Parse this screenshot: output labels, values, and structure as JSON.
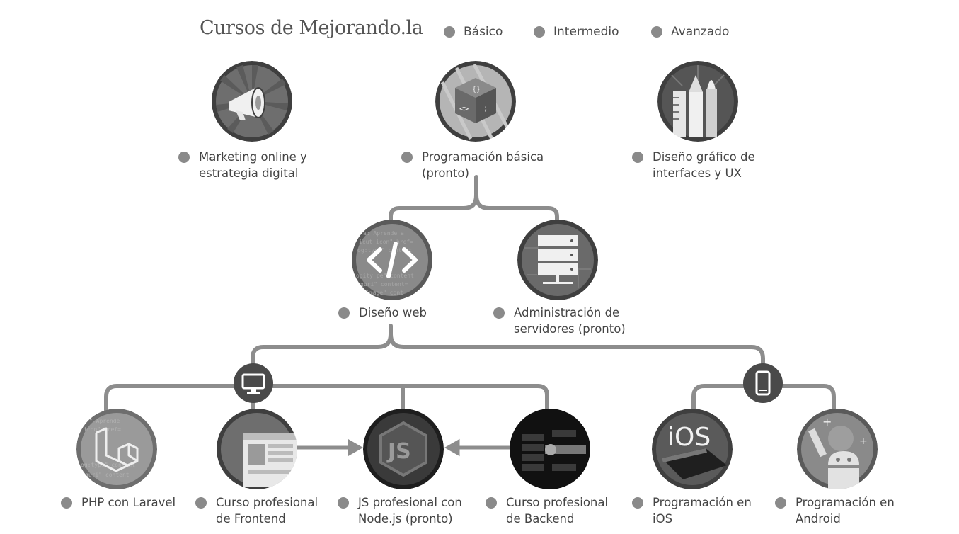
{
  "title": "Cursos de Mejorando.la",
  "legend": [
    {
      "label": "Básico"
    },
    {
      "label": "Intermedio"
    },
    {
      "label": "Avanzado"
    }
  ],
  "courses": {
    "marketing": {
      "line1": "Marketing online y",
      "line2": "estrategia digital",
      "icon": "megaphone-icon"
    },
    "programacion": {
      "line1": "Programación básica",
      "line2": "(pronto)",
      "icon": "code-cube-icon"
    },
    "diseno_grafico": {
      "line1": "Diseño gráfico de",
      "line2": "interfaces y UX",
      "icon": "design-tools-icon"
    },
    "diseno_web": {
      "line1": "Diseño web",
      "line2": "",
      "icon": "html-code-icon"
    },
    "servidores": {
      "line1": "Administración de",
      "line2": "servidores (pronto)",
      "icon": "server-rack-icon"
    },
    "laravel": {
      "line1": "PHP con Laravel",
      "line2": "",
      "icon": "laravel-icon"
    },
    "frontend": {
      "line1": "Curso profesional",
      "line2": "de Frontend",
      "icon": "browser-layout-icon"
    },
    "nodejs": {
      "line1": "JS profesional con",
      "line2": "Node.js (pronto)",
      "icon": "nodejs-icon"
    },
    "backend": {
      "line1": "Curso profesional",
      "line2": "de Backend",
      "icon": "backend-server-icon"
    },
    "ios": {
      "line1": "Programación en",
      "line2": "iOS",
      "icon": "ios-icon"
    },
    "android": {
      "line1": "Programación en",
      "line2": "Android",
      "icon": "android-icon"
    }
  },
  "hubs": {
    "desktop": "desktop-monitor-icon",
    "mobile": "smartphone-icon"
  },
  "colors": {
    "connector": "#8d8d8d",
    "hub": "#4a4a4a",
    "dot": "#8a8a8a"
  }
}
